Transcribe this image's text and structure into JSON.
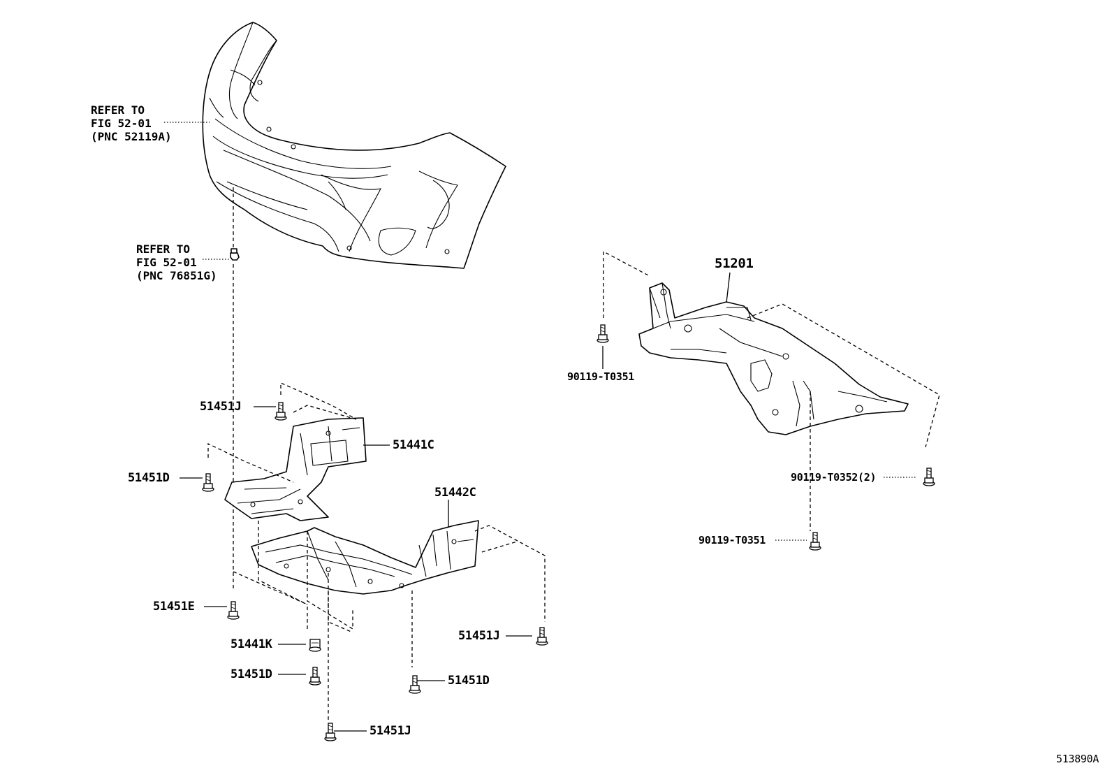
{
  "refs": {
    "bumper": {
      "line1": "REFER TO",
      "line2": "FIG 52-01",
      "line3": "(PNC 52119A)"
    },
    "clip": {
      "line1": "REFER TO",
      "line2": "FIG 52-01",
      "line3": "(PNC 76851G)"
    }
  },
  "parts": {
    "p51201": "51201",
    "p90119_T0351_upper": "90119-T0351",
    "p90119_T0352": "90119-T0352(2)",
    "p90119_T0351_lower": "90119-T0351",
    "p51451J_top": "51451J",
    "p51441C": "51441C",
    "p51451D_left": "51451D",
    "p51442C": "51442C",
    "p51451E": "51451E",
    "p51451J_right": "51451J",
    "p51441K": "51441K",
    "p51451D_center": "51451D",
    "p51451D_right": "51451D",
    "p51451J_bottom": "51451J"
  },
  "figure_id": "513890A"
}
